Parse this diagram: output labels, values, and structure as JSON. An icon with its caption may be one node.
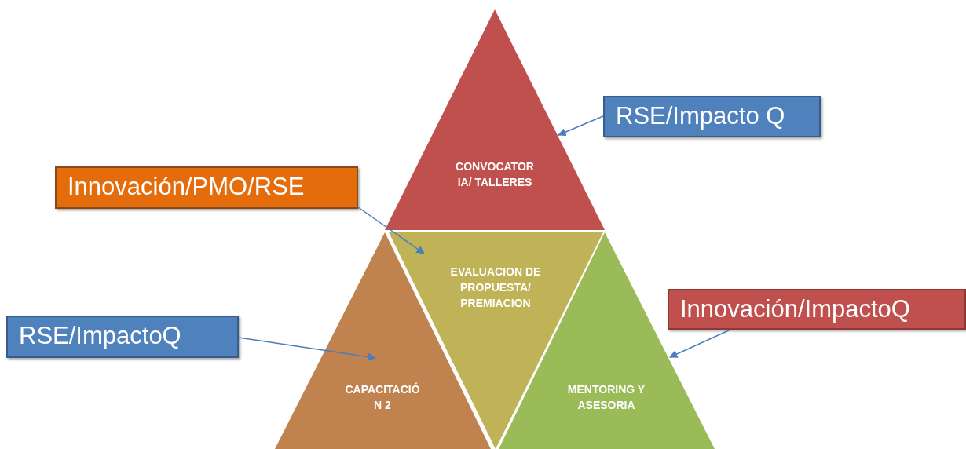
{
  "diagram": {
    "nodes": [
      {
        "text": [
          "CONVOCATOR IA/ TALLERES"
        ]
      },
      {
        "text": [
          "RSE/Impacto Q"
        ]
      },
      {
        "text": [
          "Innovación/PMO/RSE"
        ]
      },
      {
        "text": [
          "EVALUACION DE PROPUESTA/ PREMIACION"
        ]
      },
      {
        "text": [
          "Innovación/ImpactoQ"
        ]
      },
      {
        "text": [
          "RSE/ImpactoQ"
        ]
      },
      {
        "text": [
          "CAPACITACIÓ N 2"
        ]
      },
      {
        "text": [
          "MENTORING Y ASESORIA"
        ]
      }
    ],
    "edges": [
      {
        "from": 1,
        "to": 0,
        "arrow": "to"
      },
      {
        "from": 2,
        "to": 3,
        "arrow": "to"
      },
      {
        "from": 4,
        "to": 7,
        "arrow": "to"
      },
      {
        "from": 5,
        "to": 6,
        "arrow": "to"
      }
    ]
  }
}
